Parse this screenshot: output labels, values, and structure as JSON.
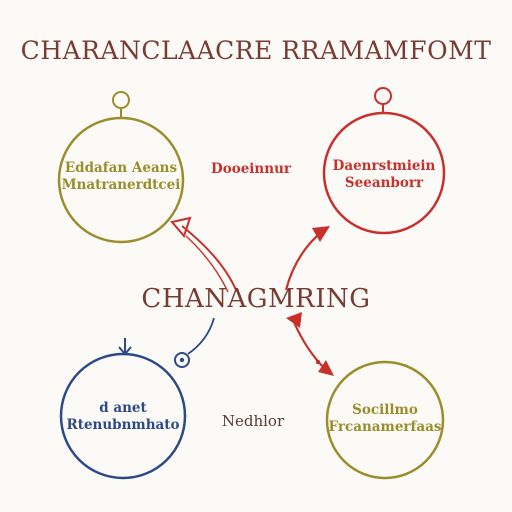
{
  "diagram": {
    "title": "CHARANCLAACRE RRAMAMFOMT",
    "center_label": "CHANAGMRING",
    "nodes": {
      "top_left": {
        "line1": "Eddafan Aeans",
        "line2": "Mnatranerdtcei",
        "color": "#9b8d2c"
      },
      "top_right": {
        "line1": "Daenrstmiein",
        "line2": "Seeanborr",
        "color": "#c9302c"
      },
      "bottom_left": {
        "line1": "d anet",
        "line2": "Rtenubnmhato",
        "color": "#2e4a86"
      },
      "bottom_right": {
        "line1": "Socillmo",
        "line2": "Frcanamerfaas",
        "color": "#9b8d2c"
      }
    },
    "side_labels": {
      "top_middle": "Dooeinnur",
      "bottom_middle": "Nedhlor"
    },
    "colors": {
      "title": "#7a3b33",
      "arrow_red": "#c9302c",
      "arrow_blue": "#2e4a86",
      "middle_label_top": "#c9302c",
      "middle_label_bottom": "#5a3a33"
    }
  }
}
